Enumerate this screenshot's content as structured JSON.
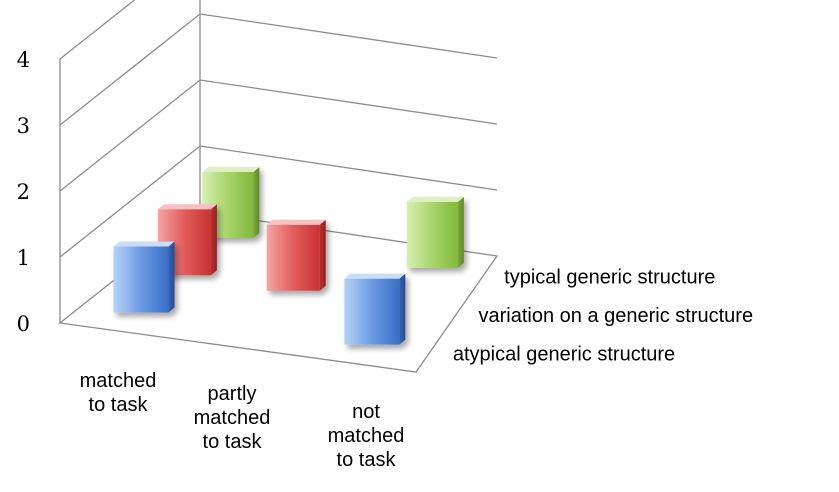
{
  "chart_data": {
    "type": "bar",
    "subtype": "3d-column",
    "title": "",
    "xlabel": "",
    "ylabel": "",
    "ylim": [
      0,
      4
    ],
    "yticks": [
      "0",
      "1",
      "2",
      "3",
      "4"
    ],
    "grid": true,
    "categories": [
      [
        "matched",
        "to task"
      ],
      [
        "partly",
        "matched",
        "to task"
      ],
      [
        "not",
        "matched",
        "to task"
      ]
    ],
    "series": [
      {
        "name": "typical generic structure",
        "values": [
          1,
          0,
          1
        ],
        "color": "#9ccc54"
      },
      {
        "name": "variation on a generic structure",
        "values": [
          1,
          1,
          0
        ],
        "color": "#e04848"
      },
      {
        "name": "atypical generic structure",
        "values": [
          1,
          0,
          1
        ],
        "color": "#4f86d8"
      }
    ]
  }
}
